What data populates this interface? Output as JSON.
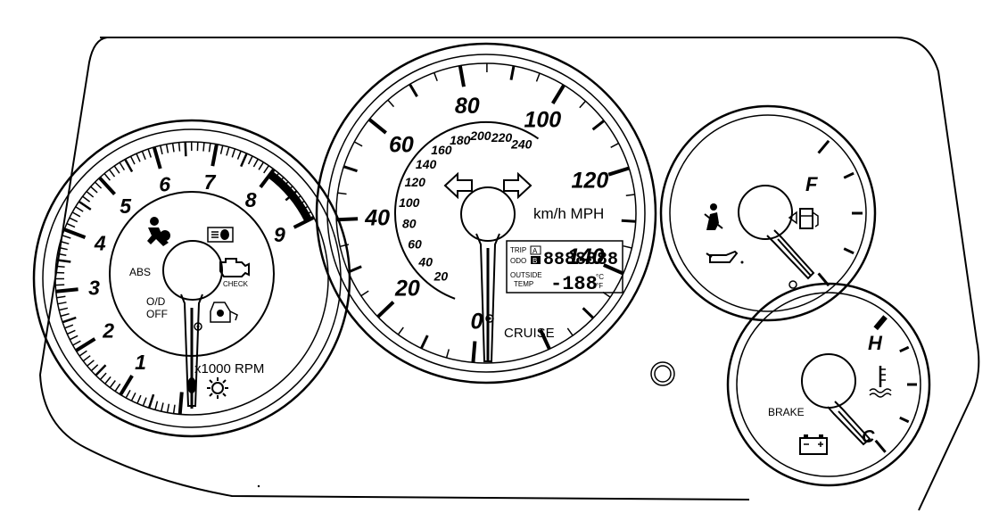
{
  "tachometer": {
    "numbers": [
      "1",
      "2",
      "3",
      "4",
      "5",
      "6",
      "7",
      "8",
      "9"
    ],
    "unit_label": "x1000 RPM",
    "warnings": {
      "abs": "ABS",
      "od_off_line1": "O/D",
      "od_off_line2": "OFF",
      "check": "CHECK"
    },
    "icons": [
      "airbag-icon",
      "headlight-icon",
      "check-engine-icon",
      "door-ajar-icon",
      "sun-icon"
    ]
  },
  "speedometer": {
    "mph_numbers": [
      "0",
      "20",
      "40",
      "60",
      "80",
      "100",
      "120",
      "140"
    ],
    "kmh_numbers": [
      "20",
      "40",
      "60",
      "80",
      "100",
      "120",
      "140",
      "160",
      "180",
      "200",
      "220",
      "240"
    ],
    "unit_label": "km/h  MPH",
    "cruise_label": "CRUISE",
    "lcd": {
      "trip_label": "TRIP",
      "odo_label": "ODO",
      "trip_a": "A",
      "trip_b": "B",
      "odo_digits": "8888888",
      "outside_label": "OUTSIDE",
      "temp_label": "TEMP",
      "temp_digits": "-188",
      "unit_c": "°C",
      "unit_f": "°F"
    },
    "icons": [
      "left-turn-arrow-icon",
      "right-turn-arrow-icon"
    ]
  },
  "fuel_gauge": {
    "full_label": "F",
    "icons": [
      "seatbelt-icon",
      "oil-can-icon",
      "fuel-pump-icon"
    ]
  },
  "temp_gauge": {
    "hot_label": "H",
    "cold_label": "C",
    "brake_label": "BRAKE",
    "icons": [
      "coolant-temp-icon",
      "battery-icon"
    ]
  }
}
